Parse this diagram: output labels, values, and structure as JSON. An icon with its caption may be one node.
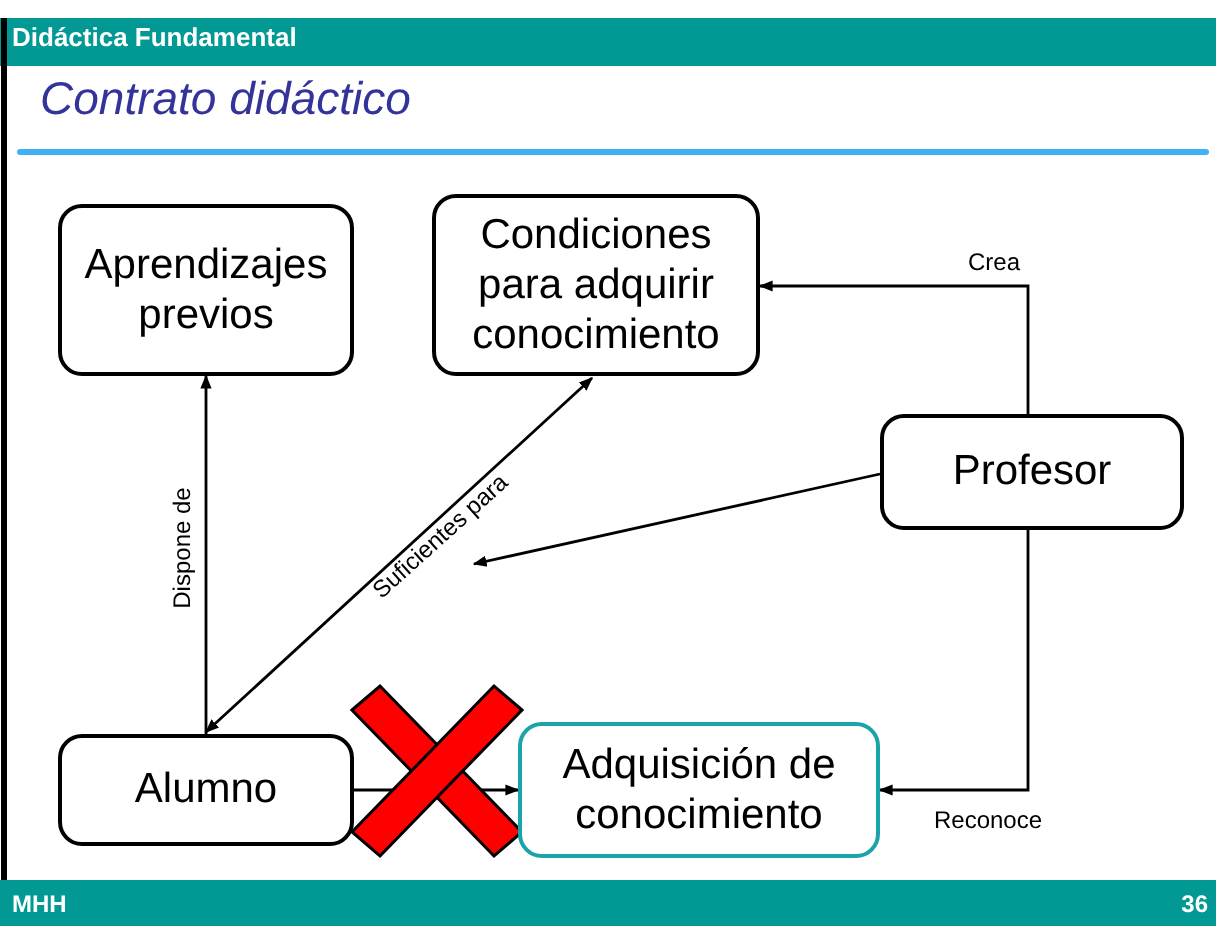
{
  "diagram": {
    "title": "Contrato didáctico",
    "nodes": [
      {
        "text": [
          "Aprendizajes previos"
        ]
      },
      {
        "text": [
          "Condiciones para adquirir conocimiento"
        ]
      },
      {
        "text": [
          "Profesor"
        ]
      },
      {
        "text": [
          "Alumno"
        ]
      },
      {
        "text": [
          "Adquisición de conocimiento"
        ]
      }
    ],
    "edges": [
      {
        "from": 3,
        "to": 0,
        "arrow": "to",
        "label": "Dispone de"
      },
      {
        "from": 3,
        "to": 1,
        "arrow": "both",
        "label": "Suficientes para"
      },
      {
        "from": 2,
        "to": 1,
        "arrow": "to",
        "label": "Crea"
      },
      {
        "from": 2,
        "to": null,
        "arrow": "to"
      },
      {
        "from": 2,
        "to": 4,
        "arrow": "to",
        "label": "Reconoce"
      },
      {
        "from": 3,
        "to": 4,
        "arrow": "to"
      }
    ],
    "labels": [
      "Didáctica Fundamental",
      "MHH",
      "36"
    ]
  }
}
